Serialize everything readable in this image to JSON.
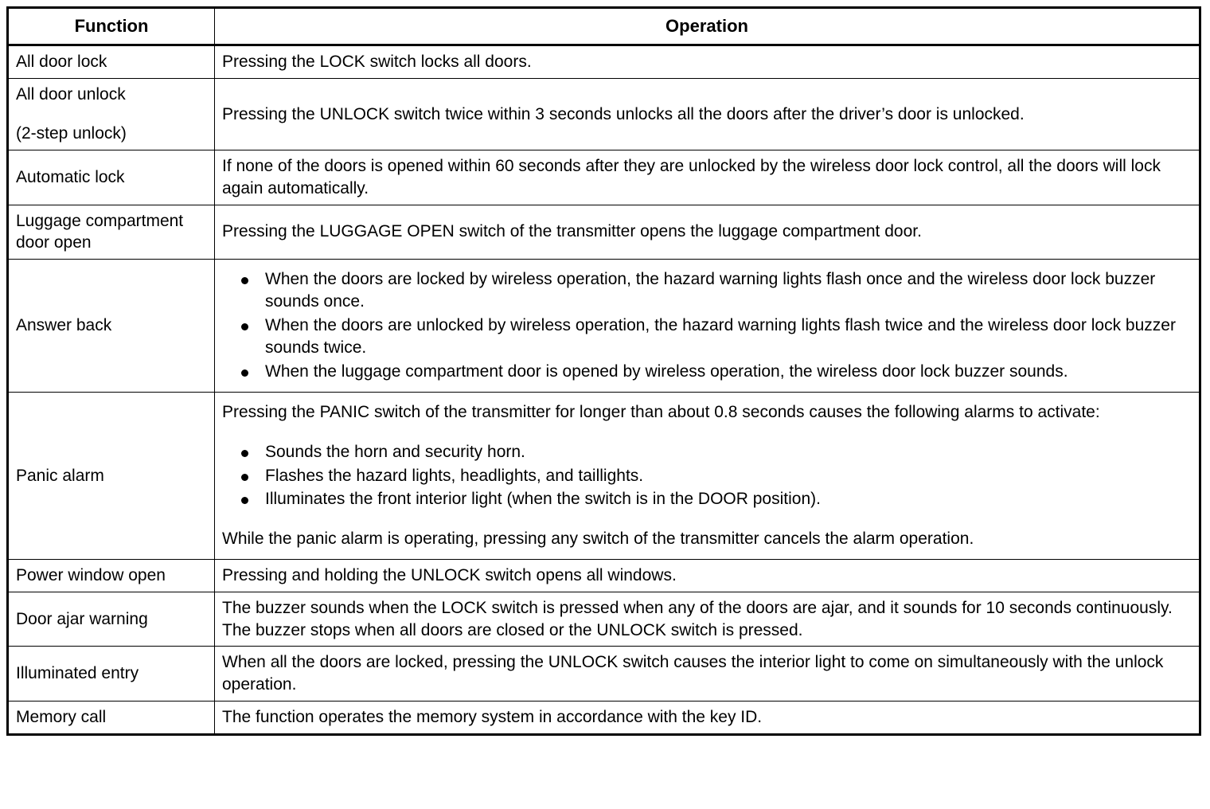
{
  "table": {
    "headers": {
      "function": "Function",
      "operation": "Operation"
    },
    "rows": [
      {
        "function": "All door lock",
        "operation_type": "text",
        "operation": "Pressing the LOCK switch locks all doors."
      },
      {
        "function_line1": "All door unlock",
        "function_line2": "(2-step unlock)",
        "operation_type": "text",
        "operation": "Pressing the UNLOCK switch twice within 3 seconds unlocks all the doors after the driver’s door is unlocked."
      },
      {
        "function": "Automatic lock",
        "operation_type": "text",
        "operation": "If none of the doors is opened within 60 seconds after they are unlocked by the wireless door lock control, all the doors will lock again automatically."
      },
      {
        "function_line1": "Luggage compartment",
        "function_line2": "door open",
        "operation_type": "text",
        "operation": "Pressing the LUGGAGE OPEN switch of the transmitter opens the luggage compartment door."
      },
      {
        "function": "Answer back",
        "operation_type": "bullets",
        "bullets": [
          "When the doors are locked by wireless operation, the hazard warning lights flash once and the wireless door lock buzzer sounds once.",
          "When the doors are unlocked by wireless operation, the hazard warning lights flash twice and the wireless door lock buzzer sounds twice.",
          "When the luggage compartment door is opened by wireless operation, the wireless door lock buzzer sounds."
        ]
      },
      {
        "function": "Panic alarm",
        "operation_type": "mixed",
        "intro": "Pressing the PANIC switch of the transmitter for longer than about 0.8 seconds causes the following alarms to activate:",
        "bullets": [
          "Sounds the horn and security horn.",
          "Flashes the hazard lights, headlights, and taillights.",
          "Illuminates the front interior light (when the switch is in the DOOR position)."
        ],
        "outro": "While the panic alarm is operating, pressing any switch of the transmitter cancels the alarm operation."
      },
      {
        "function": "Power window open",
        "operation_type": "text",
        "operation": "Pressing and holding the UNLOCK switch opens all windows."
      },
      {
        "function": "Door ajar warning",
        "operation_type": "text",
        "operation": "The buzzer sounds when the LOCK switch is pressed when any of the doors are ajar, and it sounds for 10 seconds continuously. The buzzer stops when all doors are closed or the UNLOCK switch is pressed."
      },
      {
        "function": "Illuminated entry",
        "operation_type": "text",
        "operation": "When all the doors are locked, pressing the UNLOCK switch causes the interior light to come on simultaneously with the unlock operation."
      },
      {
        "function": "Memory call",
        "operation_type": "text",
        "operation": "The function operates the memory system in accordance with the key ID."
      }
    ]
  },
  "colors": {
    "border": "#000000",
    "text": "#000000",
    "background": "#ffffff"
  }
}
